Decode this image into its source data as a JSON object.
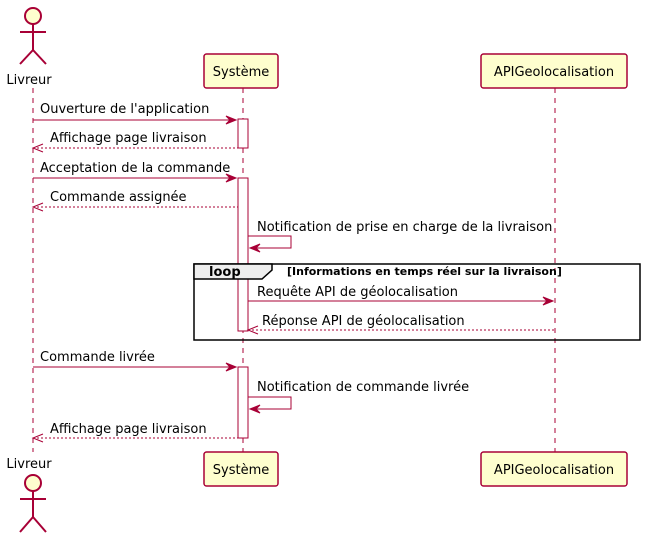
{
  "participants": {
    "livreur": "Livreur",
    "systeme": "Système",
    "api": "APIGeolocalisation"
  },
  "messages": {
    "m1": "Ouverture de l'application",
    "m2": "Affichage page livraison",
    "m3": "Acceptation de la commande",
    "m4": "Commande assignée",
    "m5": "Notification de prise en charge de la livraison",
    "m6": "Requête API de géolocalisation",
    "m7": "Réponse API de géolocalisation",
    "m8": "Commande livrée",
    "m9": "Notification de commande livrée",
    "m10": "Affichage page livraison"
  },
  "loop": {
    "keyword": "loop",
    "condition": "[Informations en temps réel sur la livraison]"
  },
  "colors": {
    "accent": "#a80036",
    "participant_fill": "#fefece",
    "loop_tab_fill": "#eeeeee"
  }
}
